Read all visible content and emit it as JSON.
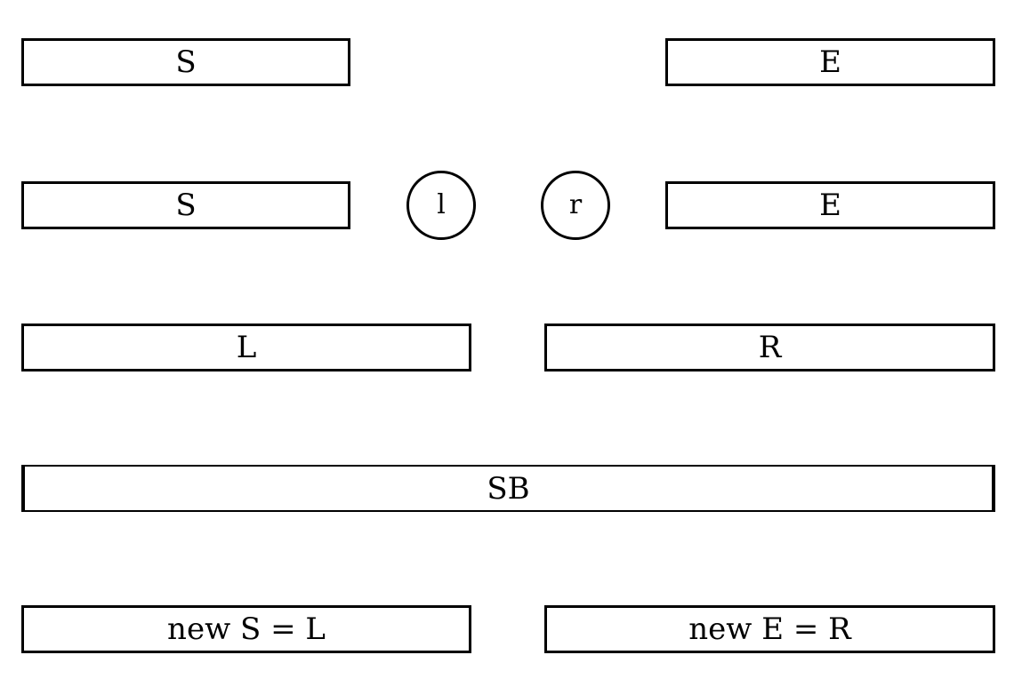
{
  "rows": {
    "row1": {
      "left": "S",
      "right": "E"
    },
    "row2": {
      "left": "S",
      "pointer_left": "l",
      "pointer_right": "r",
      "right": "E"
    },
    "row3": {
      "left": "L",
      "right": "R"
    },
    "row4": {
      "full": "SB"
    },
    "row5": {
      "left": "new S = L",
      "right": "new E = R"
    }
  }
}
